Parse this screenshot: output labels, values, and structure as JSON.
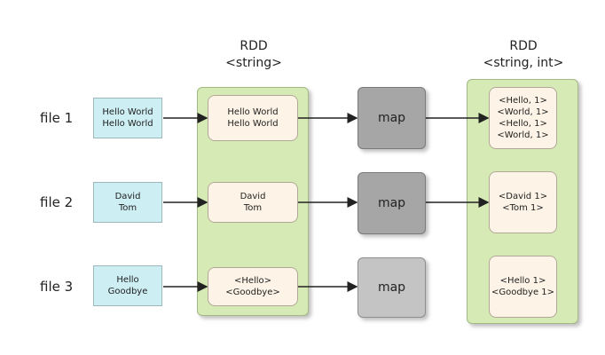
{
  "headers": {
    "left": {
      "line1": "RDD",
      "line2": "<string>"
    },
    "right": {
      "line1": "RDD",
      "line2": "<string, int>"
    }
  },
  "files": [
    {
      "label": "file 1",
      "input": [
        "Hello World",
        "Hello World"
      ],
      "rdd_string": [
        "Hello World",
        "Hello World"
      ],
      "map": "map",
      "rdd_pairs": [
        "<Hello, 1>",
        "<World, 1>",
        "<Hello, 1>",
        "<World, 1>"
      ]
    },
    {
      "label": "file 2",
      "input": [
        "David",
        "Tom"
      ],
      "rdd_string": [
        "David",
        "Tom"
      ],
      "map": "map",
      "rdd_pairs": [
        "<David 1>",
        "<Tom 1>"
      ]
    },
    {
      "label": "file 3",
      "input": [
        "Hello",
        "Goodbye"
      ],
      "rdd_string": [
        "<Hello>",
        "<Goodbye>"
      ],
      "map": "map",
      "rdd_pairs": [
        "<Hello 1>",
        "<Goodbye 1>"
      ]
    }
  ]
}
